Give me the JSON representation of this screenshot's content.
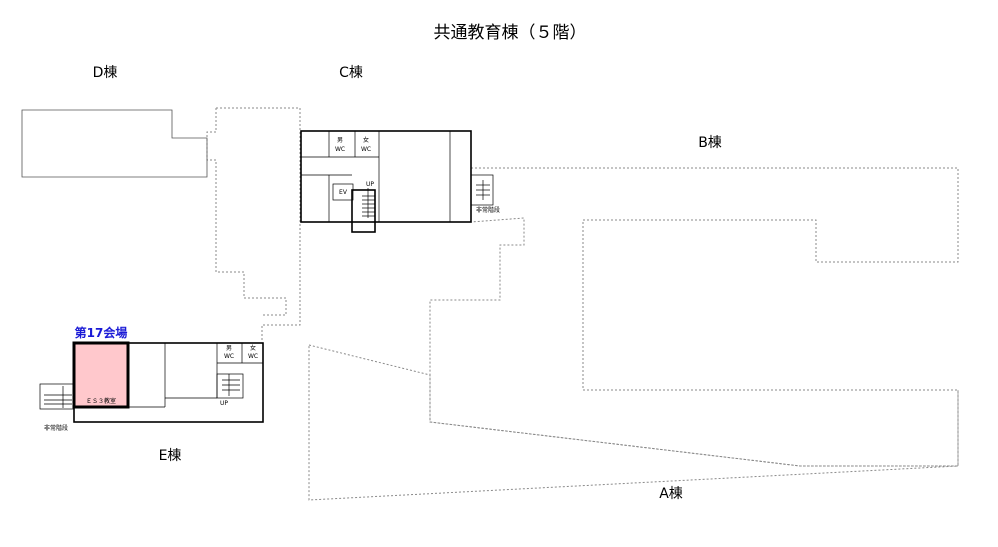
{
  "title": "共通教育棟（５階）",
  "buildings": {
    "a": "A棟",
    "b": "B棟",
    "c": "C棟",
    "d": "D棟",
    "e": "E棟"
  },
  "venue": {
    "label": "第17会場",
    "room": "ＥＳ３教室",
    "color": "#ffc8cc"
  },
  "rooms": {
    "men": "男",
    "women": "女",
    "wc": "WC",
    "ev": "EV",
    "up": "UP",
    "emergency_stairs": "非常階段"
  },
  "colors": {
    "venue_label": "#1a1ad6",
    "outline": "#000000",
    "dotted": "#8a8a8a"
  }
}
